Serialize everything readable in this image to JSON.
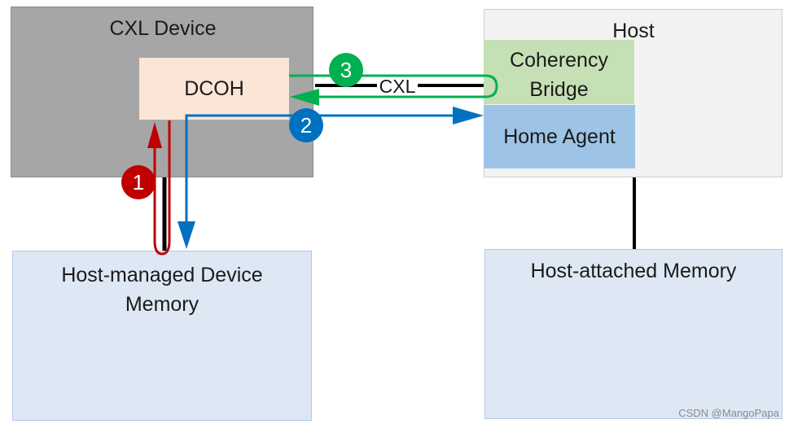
{
  "diagram": {
    "nodes": {
      "cxl_device": "CXL Device",
      "dcoh": "DCOH",
      "host": "Host",
      "coherency_bridge": "Coherency\nBridge",
      "home_agent": "Home Agent",
      "host_managed_memory": "Host-managed Device\nMemory",
      "host_attached_memory": "Host-attached Memory"
    },
    "link_label": "CXL",
    "steps": [
      {
        "label": "1",
        "color": "#c00000"
      },
      {
        "label": "2",
        "color": "#0070c0"
      },
      {
        "label": "3",
        "color": "#00b050"
      }
    ],
    "colors": {
      "device_bg": "#a6a6a6",
      "dcoh_bg": "#fbe5d6",
      "coherency_bg": "#c5e0b4",
      "home_agent_bg": "#9dc3e6",
      "memory_bg": "#dee8f5"
    }
  },
  "watermark": "CSDN @MangoPapa"
}
